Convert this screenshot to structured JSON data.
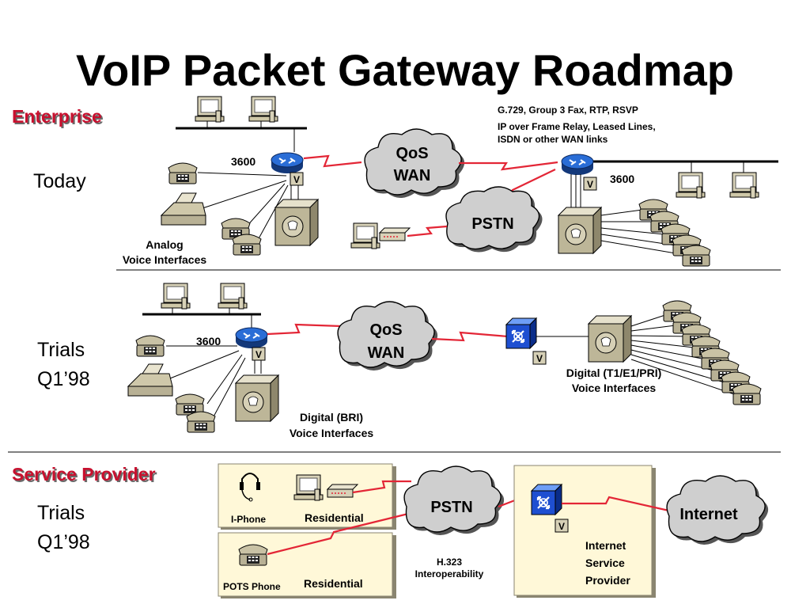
{
  "title": "VoIP Packet Gateway Roadmap",
  "colors": {
    "section_label": "#c8102e",
    "wan_link": "#e32636",
    "cloud": "#cfcfcf",
    "router": "#2a6dd6",
    "gateway": "#1e4fd1",
    "panel": "#fff8d8"
  },
  "enterprise": {
    "section_label": "Enterprise",
    "today": {
      "phase_label": "Today",
      "router_left_label": "3600",
      "router_right_label": "3600",
      "voice_module": "V",
      "qos_line1": "QoS",
      "qos_line2": "WAN",
      "pstn": "PSTN",
      "features_line1": "G.729, Group 3 Fax,  RTP, RSVP",
      "features_line2": "IP over Frame Relay, Leased Lines,",
      "features_line3": "ISDN or other WAN links",
      "analog_line1": "Analog",
      "analog_line2": "Voice Interfaces"
    },
    "trials": {
      "phase_line1": "Trials",
      "phase_line2": "Q1’98",
      "router_label": "3600",
      "voice_module": "V",
      "qos_line1": "QoS",
      "qos_line2": "WAN",
      "bri_line1": "Digital (BRI)",
      "bri_line2": "Voice Interfaces",
      "t1_line1": "Digital (T1/E1/PRI)",
      "t1_line2": "Voice Interfaces"
    }
  },
  "service_provider": {
    "section_label": "Service Provider",
    "phase_line1": "Trials",
    "phase_line2": "Q1’98",
    "iphone_label": "I-Phone",
    "residential_top": "Residential",
    "pots_label": "POTS Phone",
    "residential_bottom": "Residential",
    "pstn": "PSTN",
    "h323_line1": "H.323",
    "h323_line2": "Interoperability",
    "voice_module": "V",
    "isp_line1": "Internet",
    "isp_line2": "Service",
    "isp_line3": "Provider",
    "internet": "Internet"
  }
}
